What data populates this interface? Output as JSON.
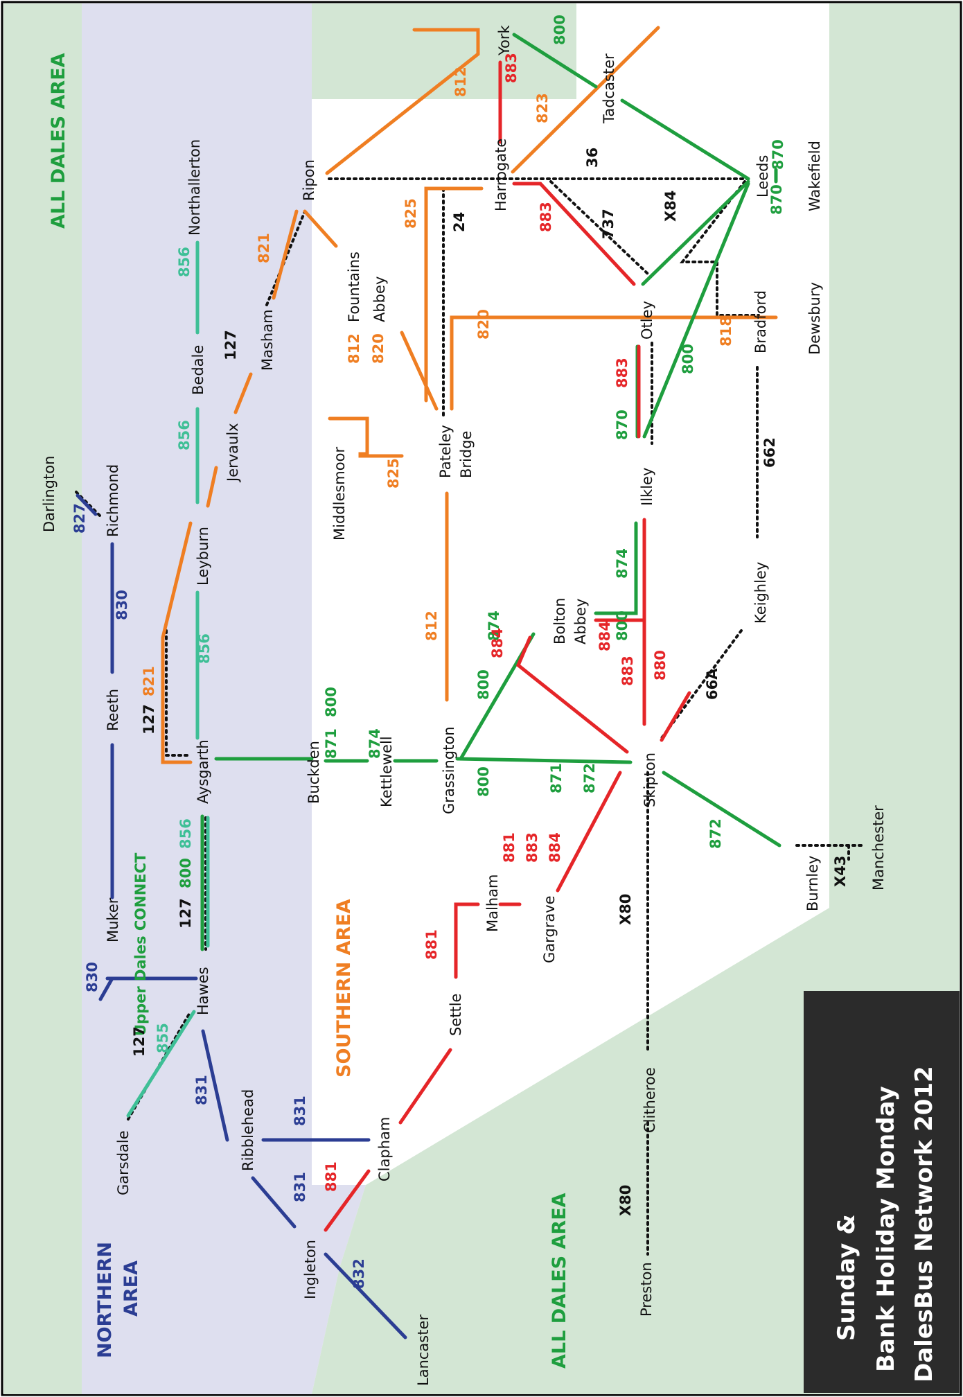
{
  "map": {
    "areas": {
      "all_dales_top": "ALL DALES AREA",
      "all_dales_bottom": "ALL DALES AREA",
      "northern_1": "NORTHERN",
      "northern_2": "AREA",
      "southern": "SOUTHERN  AREA"
    },
    "service": "Upper Dales CONNECT",
    "title_lines": [
      "Sunday &",
      "Bank Holiday Monday",
      "DalesBus Network 2012"
    ],
    "colors": {
      "northern_blue": "#2b3d93",
      "orange": "#ef7e22",
      "green": "#1e9e3e",
      "teal": "#3ebf96",
      "red": "#e52528",
      "black": "#111111",
      "green_bg": "#d3e6d4",
      "lilac_bg": "#dedfef"
    },
    "places": {
      "ripon": "Ripon",
      "york": "York",
      "tadcaster": "Tadcaster",
      "harrogate": "Harrogate",
      "leeds": "Leeds",
      "wakefield": "Wakefield",
      "northallerton": "Northallerton",
      "fountains": "Fountains",
      "fountains_abbey": "Abbey",
      "otley": "Otley",
      "bradford": "Bradford",
      "dewsbury": "Dewsbury",
      "bedale": "Bedale",
      "masham": "Masham",
      "jervaulx": "Jervaulx",
      "pateley": "Pateley",
      "pateley_bridge": "Bridge",
      "middlesmoor": "Middlesmoor",
      "darlington": "Darlington",
      "richmond": "Richmond",
      "leyburn": "Leyburn",
      "ilkley": "Ilkley",
      "keighley": "Keighley",
      "bolton": "Bolton",
      "bolton_abbey": "Abbey",
      "reeth": "Reeth",
      "aysgarth": "Aysgarth",
      "buckden": "Buckden",
      "kettlewell": "Kettlewell",
      "grassington": "Grassington",
      "skipton": "Skipton",
      "muker": "Muker",
      "malham": "Malham",
      "gargrave": "Gargrave",
      "burnley": "Burnley",
      "manchester": "Manchester",
      "hawes": "Hawes",
      "settle": "Settle",
      "garsdale": "Garsdale",
      "ribblehead": "Ribblehead",
      "clapham": "Clapham",
      "clitheroe": "Clitheroe",
      "ingleton": "Ingleton",
      "lancaster": "Lancaster",
      "preston": "Preston"
    },
    "route_labels": [
      {
        "text": "800",
        "color": "#1e9e3e"
      },
      {
        "text": "883",
        "color": "#e52528"
      },
      {
        "text": "812",
        "color": "#ef7e22"
      },
      {
        "text": "823",
        "color": "#ef7e22"
      },
      {
        "text": "36",
        "color": "#111111"
      },
      {
        "text": "870",
        "color": "#1e9e3e"
      },
      {
        "text": "825",
        "color": "#ef7e22"
      },
      {
        "text": "24",
        "color": "#111111"
      },
      {
        "text": "883",
        "color": "#e52528"
      },
      {
        "text": "737",
        "color": "#111111"
      },
      {
        "text": "X84",
        "color": "#111111"
      },
      {
        "text": "870",
        "color": "#1e9e3e"
      },
      {
        "text": "856",
        "color": "#3ebf96"
      },
      {
        "text": "821",
        "color": "#ef7e22"
      },
      {
        "text": "812",
        "color": "#ef7e22"
      },
      {
        "text": "820",
        "color": "#ef7e22"
      },
      {
        "text": "820",
        "color": "#ef7e22"
      },
      {
        "text": "818",
        "color": "#ef7e22"
      },
      {
        "text": "127",
        "color": "#111111"
      },
      {
        "text": "800",
        "color": "#1e9e3e"
      },
      {
        "text": "883",
        "color": "#e52528"
      },
      {
        "text": "870",
        "color": "#1e9e3e"
      },
      {
        "text": "856",
        "color": "#3ebf96"
      },
      {
        "text": "825",
        "color": "#ef7e22"
      },
      {
        "text": "662",
        "color": "#111111"
      },
      {
        "text": "827",
        "color": "#2b3d93"
      },
      {
        "text": "830",
        "color": "#2b3d93"
      },
      {
        "text": "812",
        "color": "#ef7e22"
      },
      {
        "text": "874",
        "color": "#1e9e3e"
      },
      {
        "text": "874",
        "color": "#1e9e3e"
      },
      {
        "text": "800",
        "color": "#1e9e3e"
      },
      {
        "text": "884",
        "color": "#e52528"
      },
      {
        "text": "856",
        "color": "#3ebf96"
      },
      {
        "text": "127",
        "color": "#111111"
      },
      {
        "text": "821",
        "color": "#ef7e22"
      },
      {
        "text": "800",
        "color": "#1e9e3e"
      },
      {
        "text": "871",
        "color": "#1e9e3e"
      },
      {
        "text": "874",
        "color": "#1e9e3e"
      },
      {
        "text": "800",
        "color": "#1e9e3e"
      },
      {
        "text": "884",
        "color": "#e52528"
      },
      {
        "text": "883",
        "color": "#e52528"
      },
      {
        "text": "880",
        "color": "#e52528"
      },
      {
        "text": "66A",
        "color": "#111111"
      },
      {
        "text": "800",
        "color": "#1e9e3e"
      },
      {
        "text": "871",
        "color": "#1e9e3e"
      },
      {
        "text": "872",
        "color": "#1e9e3e"
      },
      {
        "text": "872",
        "color": "#1e9e3e"
      },
      {
        "text": "881",
        "color": "#e52528"
      },
      {
        "text": "883",
        "color": "#e52528"
      },
      {
        "text": "884",
        "color": "#e52528"
      },
      {
        "text": "127",
        "color": "#111111"
      },
      {
        "text": "800",
        "color": "#1e9e3e"
      },
      {
        "text": "856",
        "color": "#3ebf96"
      },
      {
        "text": "X80",
        "color": "#111111"
      },
      {
        "text": "X43",
        "color": "#111111"
      },
      {
        "text": "881",
        "color": "#e52528"
      },
      {
        "text": "830",
        "color": "#2b3d93"
      },
      {
        "text": "127",
        "color": "#111111"
      },
      {
        "text": "855",
        "color": "#3ebf96"
      },
      {
        "text": "831",
        "color": "#2b3d93"
      },
      {
        "text": "831",
        "color": "#2b3d93"
      },
      {
        "text": "881",
        "color": "#e52528"
      },
      {
        "text": "831",
        "color": "#2b3d93"
      },
      {
        "text": "X80",
        "color": "#111111"
      },
      {
        "text": "832",
        "color": "#2b3d93"
      }
    ]
  }
}
